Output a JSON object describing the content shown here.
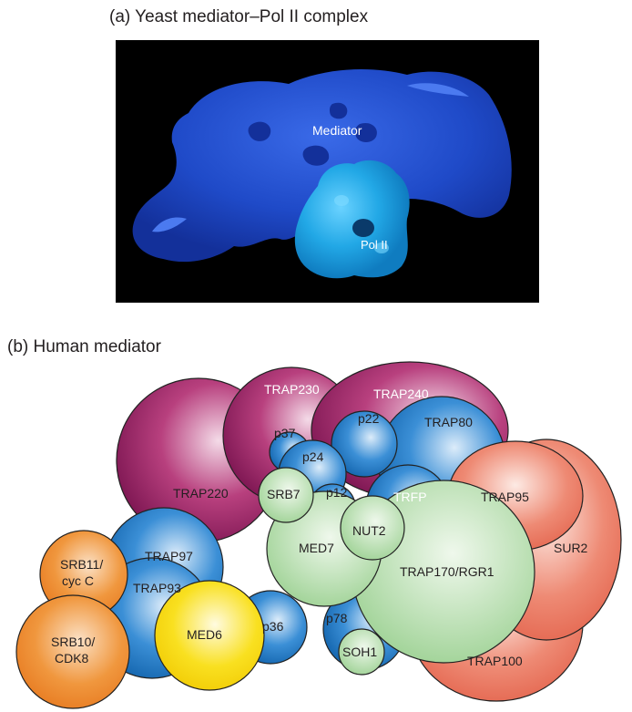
{
  "panel_a": {
    "caption": "(a)  Yeast mediator–Pol II complex",
    "label_mediator": "Mediator",
    "label_pol2": "Pol II"
  },
  "panel_b": {
    "caption": "(b)  Human mediator",
    "subunits": {
      "trap230": "TRAP230",
      "trap240": "TRAP240",
      "trap80": "TRAP80",
      "p22": "p22",
      "p37": "p37",
      "p24": "p24",
      "srb7": "SRB7",
      "p12": "p12",
      "trfp": "TRFP",
      "trap95": "TRAP95",
      "trap220": "TRAP220",
      "nut2": "NUT2",
      "med7": "MED7",
      "sur2": "SUR2",
      "trap170": "TRAP170/RGR1",
      "trap97": "TRAP97",
      "srb11_line1": "SRB11/",
      "srb11_line2": "cyc C",
      "trap93": "TRAP93",
      "med6": "MED6",
      "p36": "p36",
      "p78": "p78",
      "soh1": "SOH1",
      "trap100": "TRAP100",
      "srb10_line1": "SRB10/",
      "srb10_line2": "CDK8"
    }
  },
  "colors": {
    "magenta": "#8b1a5a",
    "blue": "#1673c2",
    "green": "#a8d8a0",
    "salmon": "#e86a55",
    "orange": "#e8802a",
    "yellow": "#f5d400",
    "em_background": "#000000",
    "mediator_density": "#1d48c8",
    "pol2_density": "#22a8e6"
  }
}
